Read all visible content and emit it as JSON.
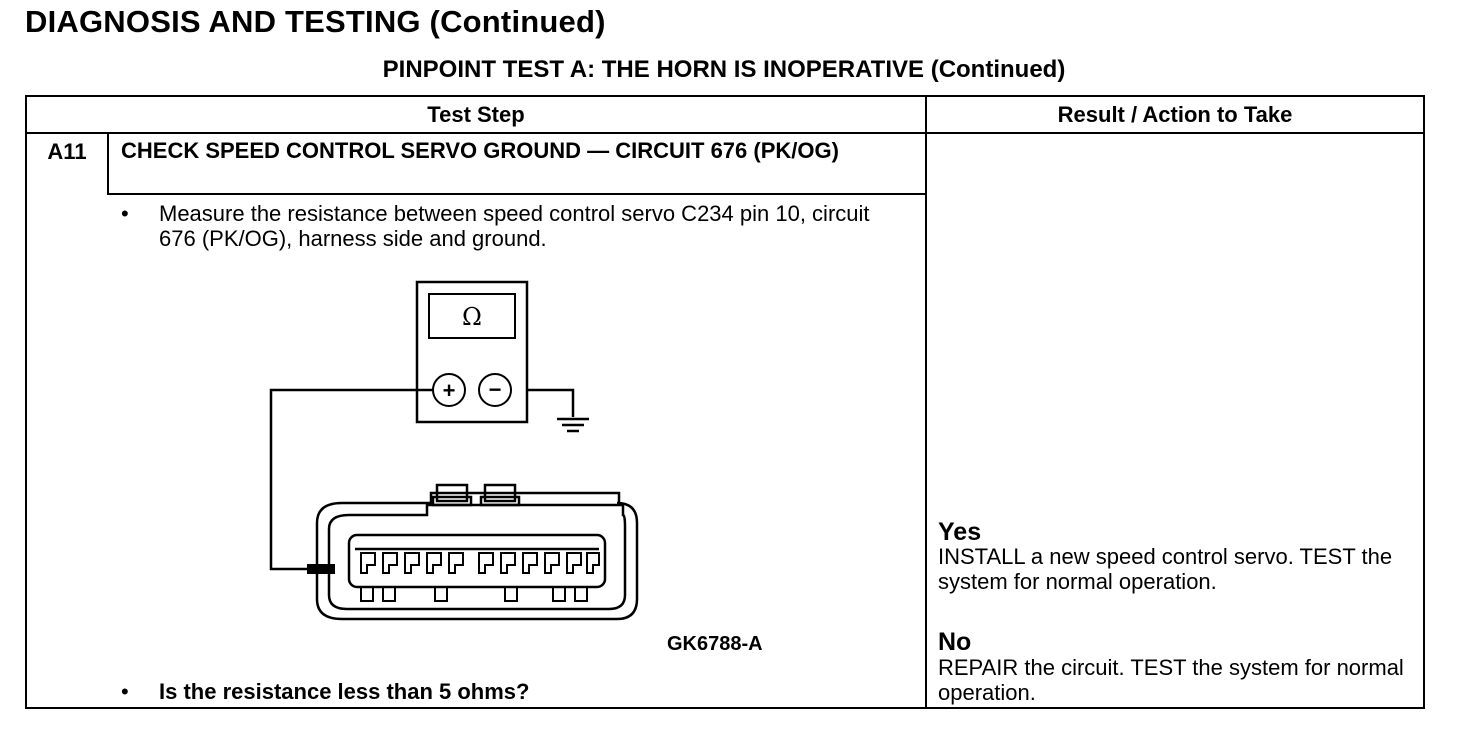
{
  "section_title": "DIAGNOSIS AND TESTING (Continued)",
  "test_title": "PINPOINT TEST  A: THE HORN IS INOPERATIVE (Continued)",
  "table": {
    "col_test_step": "Test Step",
    "col_result": "Result / Action to Take"
  },
  "step": {
    "id": "A11",
    "title": "CHECK SPEED CONTROL SERVO GROUND — CIRCUIT 676 (PK/OG)",
    "bullet_glyph": "•",
    "instruction": "Measure the resistance between speed control servo C234 pin 10, circuit 676 (PK/OG), harness side and ground.",
    "question": "Is the resistance less than 5 ohms?"
  },
  "diagram": {
    "meter_symbol": "Ω",
    "plus_symbol": "+",
    "minus_symbol": "−",
    "figure_code": "GK6788-A"
  },
  "results": {
    "yes_label": "Yes",
    "yes_action": "INSTALL a new speed control servo. TEST the system for normal operation.",
    "no_label": "No",
    "no_action": "REPAIR the circuit. TEST the system for normal operation."
  }
}
